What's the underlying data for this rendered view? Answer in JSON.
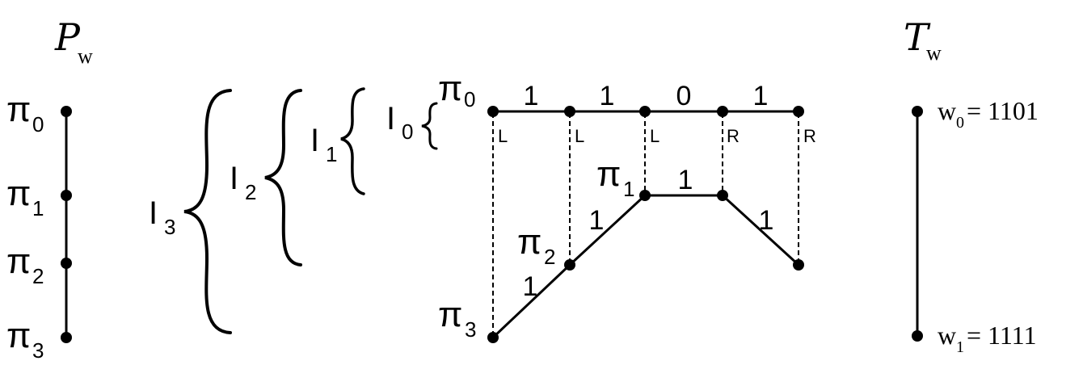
{
  "left_panel": {
    "title": "P",
    "title_sub": "w",
    "nodes": [
      {
        "sym": "π",
        "sub": "0"
      },
      {
        "sym": "π",
        "sub": "1"
      },
      {
        "sym": "π",
        "sub": "2"
      },
      {
        "sym": "π",
        "sub": "3"
      }
    ]
  },
  "intervals": [
    {
      "sym": "I",
      "sub": "3"
    },
    {
      "sym": "I",
      "sub": "2"
    },
    {
      "sym": "I",
      "sub": "1"
    },
    {
      "sym": "I",
      "sub": "0"
    }
  ],
  "tree": {
    "node_labels": [
      {
        "sym": "π",
        "sub": "0"
      },
      {
        "sym": "π",
        "sub": "1"
      },
      {
        "sym": "π",
        "sub": "2"
      },
      {
        "sym": "π",
        "sub": "3"
      }
    ],
    "top_edge_labels": [
      "1",
      "1",
      "0",
      "1"
    ],
    "directions": [
      "L",
      "L",
      "L",
      "R",
      "R"
    ],
    "lower_edge_labels": {
      "pi3_pi2": "1",
      "pi2_pi1": "1",
      "pi1_mid": "1",
      "mid_end": "1"
    }
  },
  "right_panel": {
    "title": "T",
    "title_sub": "w",
    "words": [
      {
        "sym": "w",
        "sub": "0",
        "value": "= 1101"
      },
      {
        "sym": "w",
        "sub": "1",
        "value": "= 1111"
      }
    ]
  }
}
